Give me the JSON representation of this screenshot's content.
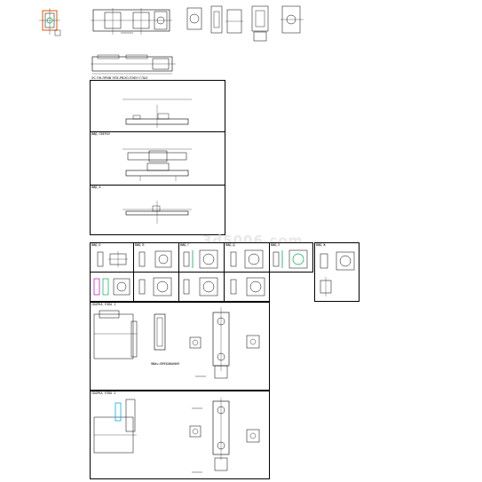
{
  "sheet": {
    "watermark": "3d5006.com",
    "captions": {
      "top_caption": "ЭС ПН-ПРИВ ЭПЕ-РВЭО-ПЭЕН ГЛАЗ",
      "panel2_caption": "ВИД СВЕРХУ",
      "panel3_caption": "ВИД А",
      "row_cell1": "ВИД Б",
      "row_cell2": "ВИД В",
      "row_cell3": "ВИД Г",
      "row_cell4": "ВИД Д",
      "row_cell5": "ВИД Е",
      "row_cell6": "ВИД Ж",
      "low1_caption": "СБОРКА УЗЛА 1",
      "low2_caption": "СБОРКА УЗЛА 2",
      "notes": "ТЕХ. ТРЕБОВАНИЯ"
    },
    "colors": {
      "line": "#000000",
      "accent_orange": "#e05a00",
      "accent_green": "#00b050",
      "accent_cyan": "#00b0f0",
      "accent_magenta": "#c000c0"
    }
  }
}
